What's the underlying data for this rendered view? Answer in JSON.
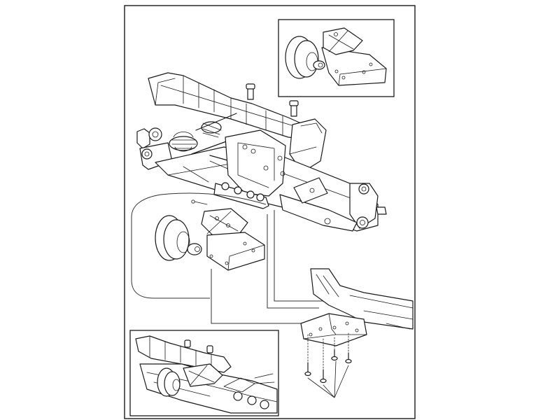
{
  "figure": {
    "page_border": "rectangle",
    "background_color": "#ffffff",
    "line_color": "#1a1a1a",
    "parts": [
      "chassis-assembly",
      "front-bumper-detail-inset",
      "wheel-arm-callout",
      "skid-plate-detail",
      "screw-set",
      "bottom-left-assembled-inset"
    ],
    "screw_count": 4
  }
}
